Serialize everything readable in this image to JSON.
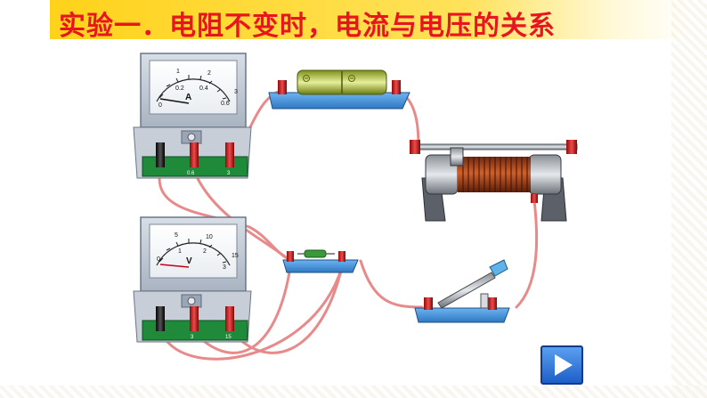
{
  "slide": {
    "title": "实验一．电阻不变时，电流与电压的关系"
  },
  "ammeter": {
    "scale_top": [
      "1",
      "2"
    ],
    "scale_bottom": [
      "0",
      "0.2",
      "0.4",
      "0.6"
    ],
    "scale_end_top": "3",
    "symbol": "A",
    "terminals": [
      "0.6",
      "3"
    ]
  },
  "voltmeter": {
    "scale_top": [
      "5",
      "10"
    ],
    "scale_bottom": [
      "0",
      "1",
      "2",
      "3"
    ],
    "scale_end_top": "15",
    "symbol": "V",
    "terminals": [
      "3",
      "15"
    ]
  },
  "controls": {
    "play_icon": "play-triangle-icon"
  },
  "colors": {
    "title_bg": "#ffd21a",
    "title_text": "#e8141e",
    "wire": "#e8898a",
    "base_blue": "#3f8fd4",
    "meter_panel": "#bfc8d4",
    "play_button": "#2a6fd6"
  }
}
